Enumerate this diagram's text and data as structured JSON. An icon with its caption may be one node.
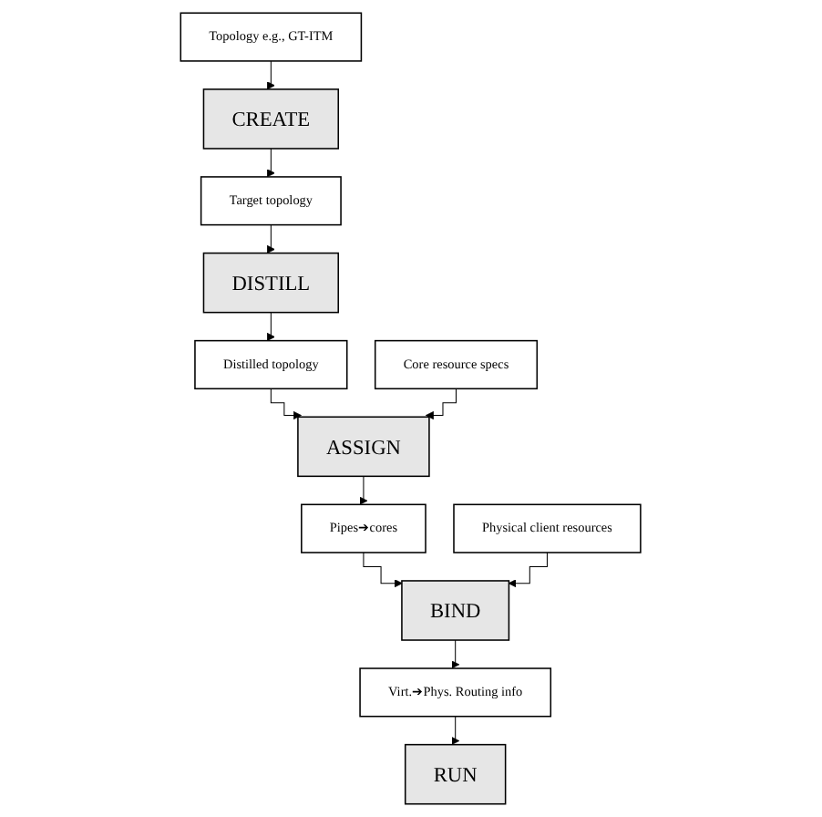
{
  "diagram": {
    "nodes": [
      {
        "text": [
          "Topology e.g., GT-ITM"
        ]
      },
      {
        "text": [
          "CREATE"
        ]
      },
      {
        "text": [
          "Target topology"
        ]
      },
      {
        "text": [
          "DISTILL"
        ]
      },
      {
        "text": [
          "Distilled topology"
        ]
      },
      {
        "text": [
          "ASSIGN"
        ]
      },
      {
        "text": [
          "Core resource specs"
        ]
      },
      {
        "text": [
          "Pipes➔cores"
        ]
      },
      {
        "text": [
          "BIND"
        ]
      },
      {
        "text": [
          "Physical client resources"
        ]
      },
      {
        "text": [
          "Virt.➔Phys. Routing info"
        ]
      },
      {
        "text": [
          "RUN"
        ]
      }
    ],
    "edges": [
      {
        "from": 0,
        "to": 1,
        "arrow": "to"
      },
      {
        "from": 1,
        "to": 2,
        "arrow": "to"
      },
      {
        "from": 2,
        "to": 3,
        "arrow": "to"
      },
      {
        "from": 3,
        "to": 4,
        "arrow": "to"
      },
      {
        "from": 4,
        "to": 5,
        "arrow": "to"
      },
      {
        "from": 6,
        "to": 5,
        "arrow": "to"
      },
      {
        "from": 5,
        "to": 7,
        "arrow": "to"
      },
      {
        "from": 7,
        "to": 8,
        "arrow": "to"
      },
      {
        "from": 9,
        "to": 8,
        "arrow": "to"
      },
      {
        "from": 8,
        "to": 10,
        "arrow": "to"
      },
      {
        "from": 10,
        "to": 11,
        "arrow": "to"
      }
    ]
  }
}
